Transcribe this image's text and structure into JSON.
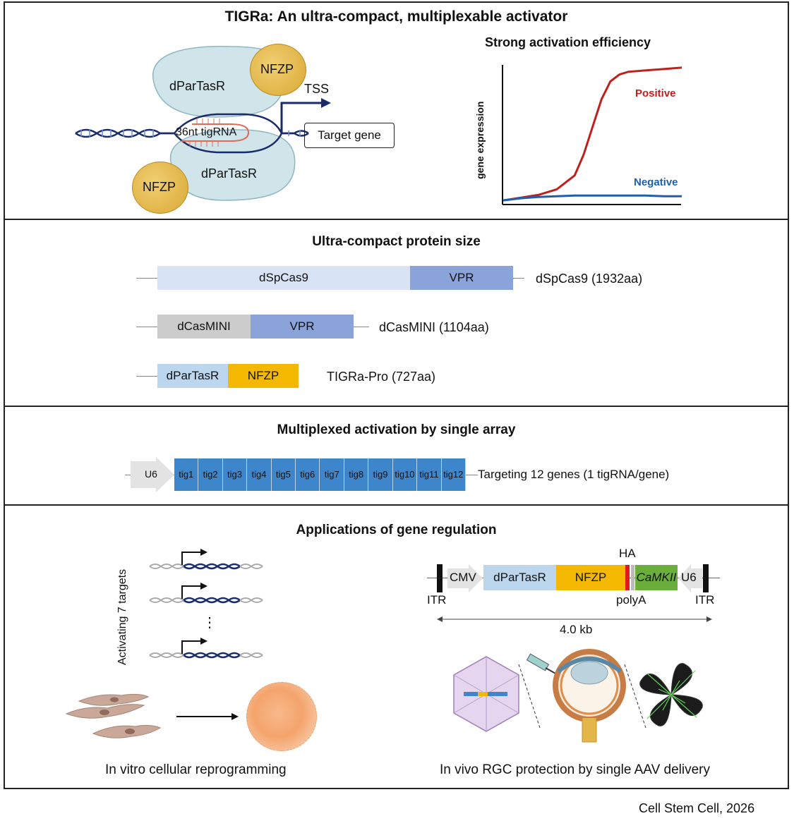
{
  "panel1": {
    "title": "TIGRa: An ultra-compact, multiplexable activator",
    "diagram": {
      "protein_top": "dParTasR",
      "protein_bottom": "dParTasR",
      "activator_top": "NFZP",
      "activator_bottom": "NFZP",
      "guide": "36nt tigRNA",
      "tss": "TSS",
      "target": "Target gene"
    },
    "chart": {
      "title": "Strong activation efficiency",
      "ylabel": "gene expression",
      "positive_label": "Positive",
      "negative_label": "Negative",
      "positive_color": "#c0201c",
      "negative_color": "#1f5fb0"
    }
  },
  "chart_data": {
    "type": "line",
    "title": "Strong activation efficiency",
    "xlabel": "",
    "ylabel": "gene expression",
    "series": [
      {
        "name": "Positive",
        "color": "#c0201c",
        "x": [
          0,
          0.1,
          0.2,
          0.3,
          0.4,
          0.45,
          0.5,
          0.55,
          0.6,
          0.65,
          0.7,
          0.8,
          0.9,
          1.0
        ],
        "values": [
          0.02,
          0.04,
          0.06,
          0.1,
          0.2,
          0.35,
          0.55,
          0.75,
          0.88,
          0.93,
          0.95,
          0.96,
          0.97,
          0.98
        ]
      },
      {
        "name": "Negative",
        "color": "#1f5fb0",
        "x": [
          0,
          0.1,
          0.2,
          0.3,
          0.4,
          0.5,
          0.6,
          0.7,
          0.8,
          0.9,
          1.0
        ],
        "values": [
          0.02,
          0.035,
          0.045,
          0.05,
          0.055,
          0.055,
          0.055,
          0.055,
          0.055,
          0.05,
          0.05
        ]
      }
    ]
  },
  "panel2": {
    "title": "Ultra-compact protein size",
    "row1": {
      "a": "dSpCas9",
      "b": "VPR",
      "size": "dSpCas9 (1932aa)"
    },
    "row2": {
      "a": "dCasMINI",
      "b": "VPR",
      "size": "dCasMINI (1104aa)"
    },
    "row3": {
      "a": "dParTasR",
      "b": "NFZP",
      "size": "TIGRa-Pro (727aa)"
    },
    "colors": {
      "dSpCas9": "#d8e3f5",
      "VPR": "#8aa4da",
      "dCasMINI": "#cccccc",
      "dParTasR": "#bcd6ee",
      "NFZP": "#f5b800"
    }
  },
  "panel3": {
    "title": "Multiplexed activation by single array",
    "promoter": "U6",
    "tigs": [
      "tig1",
      "tig2",
      "tig3",
      "tig4",
      "tig5",
      "tig6",
      "tig7",
      "tig8",
      "tig9",
      "tig10",
      "tig11",
      "tig12"
    ],
    "label": "Targeting 12 genes (1 tigRNA/gene)",
    "array_color": "#3d86cc"
  },
  "panel4": {
    "title": "Applications of gene regulation",
    "left": {
      "vertical_label": "Activating 7 targets",
      "ellipsis": "⋮",
      "caption": "In vitro cellular reprogramming"
    },
    "right": {
      "itr_left": "ITR",
      "itr_right": "ITR",
      "cmv": "CMV",
      "dpartasr": "dParTasR",
      "nfzp": "NFZP",
      "ha": "HA",
      "camkii": "CaMKII",
      "u6": "U6",
      "polya": "polyA",
      "size": "4.0 kb",
      "caption": "In vivo RGC protection by single AAV delivery"
    }
  },
  "footer": "Cell Stem Cell, 2026"
}
